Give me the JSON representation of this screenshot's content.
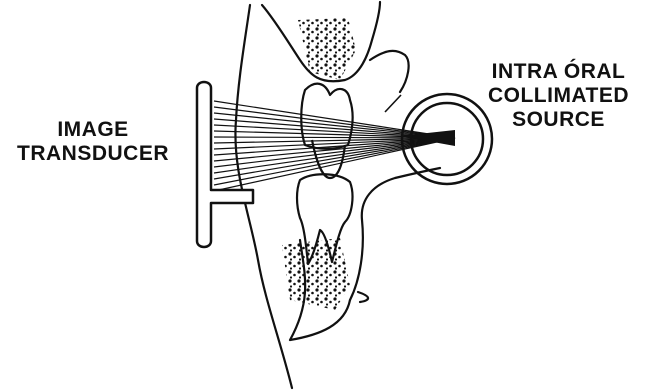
{
  "labels": {
    "transducer": {
      "line1": "IMAGE",
      "line2": "TRANSDUCER"
    },
    "source": {
      "line1": "INTRA ÓRAL",
      "line2": "COLLIMATED",
      "line3": "SOURCE"
    }
  },
  "colors": {
    "ink": "#111111",
    "background": "#ffffff"
  }
}
